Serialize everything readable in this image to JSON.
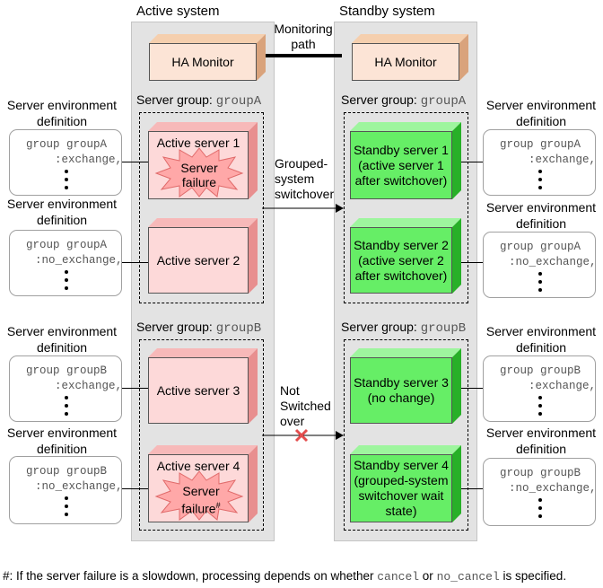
{
  "active_title": "Active system",
  "standby_title": "Standby system",
  "monitoring_path": [
    "Monitoring",
    "path"
  ],
  "ha_monitor": "HA Monitor",
  "server_group_prefix": "Server group: ",
  "group_a": "groupA",
  "group_b": "groupB",
  "active_servers": [
    [
      "Active server 1"
    ],
    [
      "Active server 2"
    ],
    [
      "Active server 3"
    ],
    [
      "Active server 4"
    ]
  ],
  "standby_servers": [
    [
      "Standby server 1",
      "(active server 1",
      "after switchover)"
    ],
    [
      "Standby server 2",
      "(active server 2",
      "after switchover)"
    ],
    [
      "Standby server 3",
      "(no change)"
    ],
    [
      "Standby server 4",
      "(grouped-system",
      "switchover wait",
      "state)"
    ]
  ],
  "server_failure": [
    "Server",
    "failure"
  ],
  "footnote_mark": "#",
  "grouped_switchover": [
    "Grouped-",
    "system",
    "switchover"
  ],
  "not_switched": [
    "Not",
    "Switched",
    "over"
  ],
  "env_label": [
    "Server environment",
    "definition"
  ],
  "env_defs": [
    {
      "line1": "group groupA",
      "line2": ":exchange,"
    },
    {
      "line1": "group groupA",
      "line2": ":no_exchange,"
    },
    {
      "line1": "group groupB",
      "line2": ":exchange,"
    },
    {
      "line1": "group groupB",
      "line2": ":no_exchange,"
    }
  ],
  "footnote": {
    "prefix": "#: If the server failure is a slowdown, processing depends on whether ",
    "code1": "cancel",
    "middle": " or ",
    "code2": "no_cancel",
    "suffix": " is specified."
  },
  "colors": {
    "ha_front": "#fce4d6",
    "ha_top": "#f5cfae",
    "ha_side": "#d9a37c",
    "active_front": "#fdd9d9",
    "active_top": "#f7b9b9",
    "active_side": "#e88f8f",
    "standby_front": "#66ee66",
    "standby_top": "#9ef59e",
    "standby_side": "#28b028",
    "burst": "#ffa8a8",
    "cross": "#e34d4d"
  }
}
